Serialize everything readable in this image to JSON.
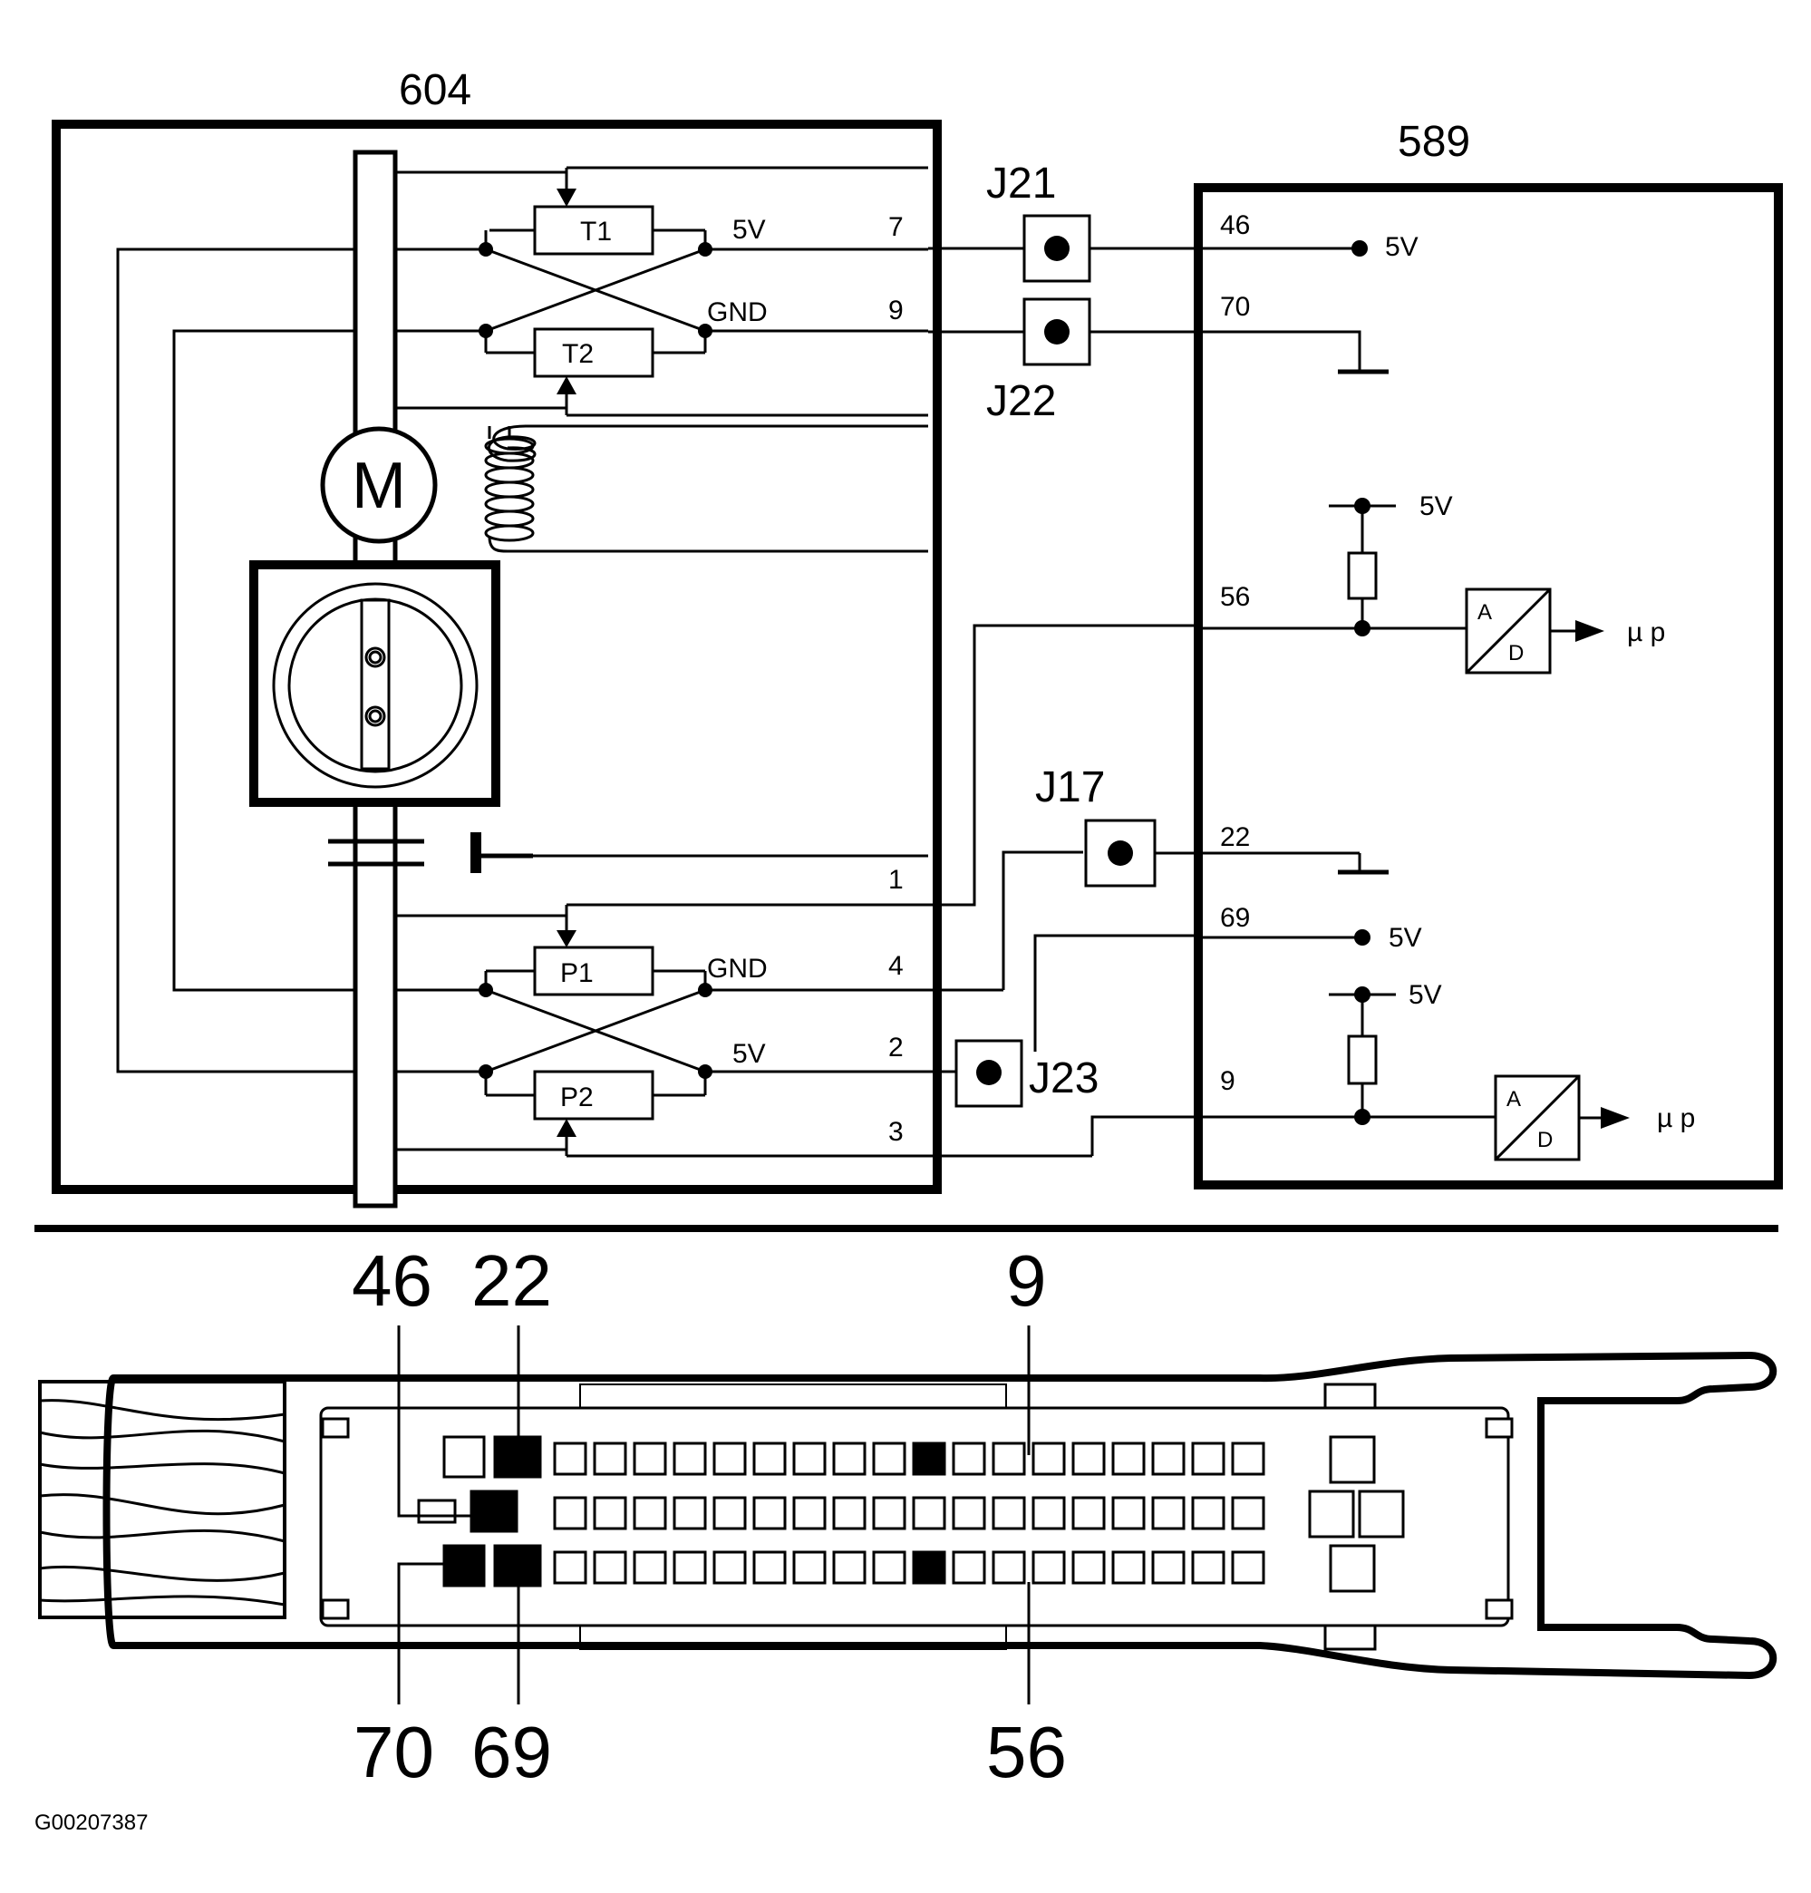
{
  "components": {
    "actuator_label": "604",
    "control_module_label": "589",
    "motor_label": "M",
    "t1_label": "T1",
    "t2_label": "T2",
    "p1_label": "P1",
    "p2_label": "P2",
    "adc1_top": "A",
    "adc1_bottom": "D",
    "adc2_top": "A",
    "adc2_bottom": "D",
    "up1_label": "µ p",
    "up2_label": "µ p"
  },
  "junctions": {
    "j21": "J21",
    "j22": "J22",
    "j17": "J17",
    "j23": "J23"
  },
  "actuator_pins": {
    "pin7": "7",
    "pin9": "9",
    "pin1": "1",
    "pin4": "4",
    "pin2": "2",
    "pin3": "3"
  },
  "module_pins": {
    "pin46": "46",
    "pin70": "70",
    "pin56": "56",
    "pin22": "22",
    "pin69": "69",
    "pin9": "9"
  },
  "signals": {
    "t_5v": "5V",
    "t_gnd": "GND",
    "p_gnd": "GND",
    "p_5v": "5V",
    "m46_5v": "5V",
    "pullup1_5v": "5V",
    "m69_5v": "5V",
    "pullup2_5v": "5V"
  },
  "connector_callouts": {
    "top": [
      "46",
      "22",
      "9"
    ],
    "bottom": [
      "70",
      "69",
      "56"
    ]
  },
  "figure_id": "G00207387"
}
